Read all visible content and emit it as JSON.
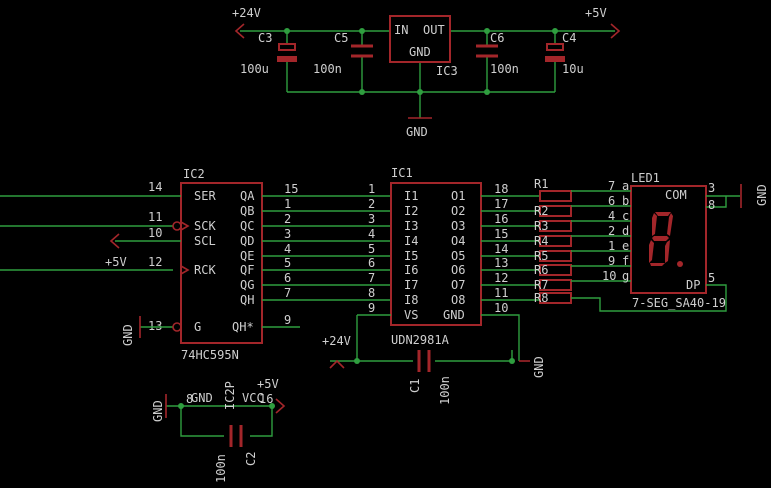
{
  "colors": {
    "background": "#000000",
    "wire": "#2f9e3f",
    "component": "#a3262a",
    "text": "#cfcfcf"
  },
  "nets": {
    "v24": "+24V",
    "v5": "+5V",
    "gnd": "GND"
  },
  "regulator": {
    "name": "IC3",
    "pin_in": "IN",
    "pin_out": "OUT",
    "pin_gnd": "GND",
    "caps": [
      {
        "name": "C3",
        "value": "100u"
      },
      {
        "name": "C5",
        "value": "100n"
      },
      {
        "name": "C6",
        "value": "100n"
      },
      {
        "name": "C4",
        "value": "10u"
      }
    ]
  },
  "ic2": {
    "name": "IC2",
    "part": "74HC595N",
    "left_pins": [
      {
        "num": "14",
        "label": "SER"
      },
      {
        "num": "11",
        "label": "SCK"
      },
      {
        "num": "10",
        "label": "SCL"
      },
      {
        "num": "12",
        "label": "RCK"
      },
      {
        "num": "13",
        "label": "G"
      }
    ],
    "right_pins": [
      {
        "num": "15",
        "label": "QA"
      },
      {
        "num": "1",
        "label": "QB"
      },
      {
        "num": "2",
        "label": "QC"
      },
      {
        "num": "3",
        "label": "QD"
      },
      {
        "num": "4",
        "label": "QE"
      },
      {
        "num": "5",
        "label": "QF"
      },
      {
        "num": "6",
        "label": "QG"
      },
      {
        "num": "7",
        "label": "QH"
      },
      {
        "num": "9",
        "label": "QH*"
      }
    ]
  },
  "ic1": {
    "name": "IC1",
    "part": "UDN2981A",
    "inputs": [
      {
        "num": "1",
        "label": "I1"
      },
      {
        "num": "2",
        "label": "I2"
      },
      {
        "num": "3",
        "label": "I3"
      },
      {
        "num": "4",
        "label": "I4"
      },
      {
        "num": "5",
        "label": "I5"
      },
      {
        "num": "6",
        "label": "I6"
      },
      {
        "num": "7",
        "label": "I7"
      },
      {
        "num": "8",
        "label": "I8"
      },
      {
        "num": "9",
        "label": "VS"
      }
    ],
    "outputs": [
      {
        "num": "18",
        "label": "O1"
      },
      {
        "num": "17",
        "label": "O2"
      },
      {
        "num": "16",
        "label": "O3"
      },
      {
        "num": "15",
        "label": "O4"
      },
      {
        "num": "14",
        "label": "O5"
      },
      {
        "num": "13",
        "label": "O6"
      },
      {
        "num": "12",
        "label": "O7"
      },
      {
        "num": "11",
        "label": "O8"
      },
      {
        "num": "10",
        "label": "GND"
      }
    ]
  },
  "resistors": [
    "R1",
    "R2",
    "R3",
    "R4",
    "R5",
    "R6",
    "R7",
    "R8"
  ],
  "led": {
    "name": "LED1",
    "part": "7-SEG_SA40-19",
    "com": "COM",
    "dp": "DP",
    "pins": [
      {
        "num": "7",
        "seg": "a"
      },
      {
        "num": "6",
        "seg": "b"
      },
      {
        "num": "4",
        "seg": "c"
      },
      {
        "num": "2",
        "seg": "d"
      },
      {
        "num": "1",
        "seg": "e"
      },
      {
        "num": "9",
        "seg": "f"
      },
      {
        "num": "10",
        "seg": "g"
      }
    ],
    "com_pins": [
      "3",
      "8"
    ],
    "dp_pin": "5"
  },
  "c1": {
    "name": "C1",
    "value": "100n"
  },
  "ic2p": {
    "name": "IC2P",
    "pin_gnd": "GND",
    "pin_vcc": "VCC",
    "pin_gnd_num": "8",
    "pin_vcc_num": "16"
  },
  "c2": {
    "name": "C2",
    "value": "100n"
  }
}
